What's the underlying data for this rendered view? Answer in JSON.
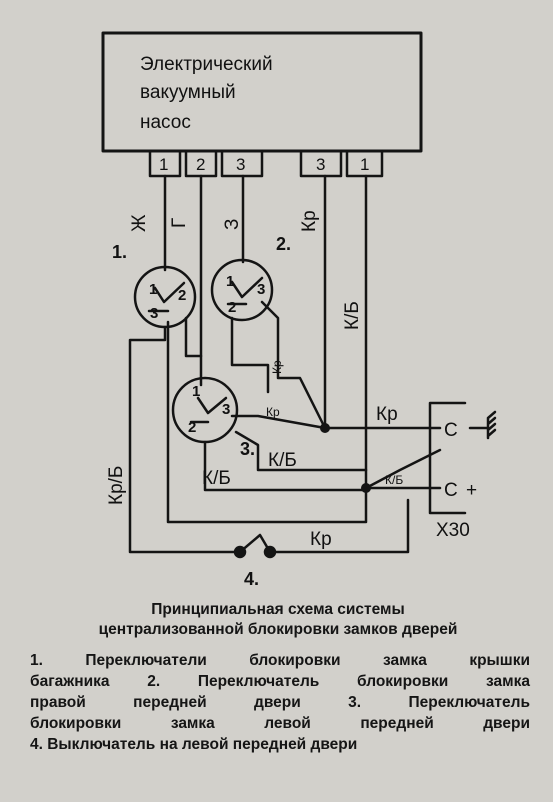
{
  "pump": {
    "line1": "Электрический",
    "line2": "вакуумный",
    "line3": "насос"
  },
  "pins": [
    "1",
    "2",
    "3",
    "3",
    "1"
  ],
  "wires": {
    "zh": "Ж",
    "g": "Г",
    "z": "З",
    "kr_top": "Кр",
    "kb_vert": "К/Б",
    "kr_b": "Кр/Б",
    "kr_mid": "Кр",
    "kb_mid": "К/Б",
    "kb_low": "К/Б",
    "kr_bottom": "Кр",
    "kr_small1": "Кр",
    "kr_small2": "Кр",
    "kb_small": "К/Б"
  },
  "switch_numbers": {
    "s1": "1.",
    "s2": "2.",
    "s3": "3.",
    "s4": "4."
  },
  "contacts": {
    "c1": "1",
    "c2": "2",
    "c3": "3"
  },
  "connector": {
    "label": "X30",
    "top_terminal": "С",
    "bottom_terminal": "С",
    "plus": "+"
  },
  "caption": {
    "line1": "Принципиальная схема системы",
    "line2": "централизованной блокировки замков дверей"
  },
  "legend": {
    "line1": "1. Переключатели блокировки замка крышки",
    "line2": "багажника 2. Переключатель блокировки замка",
    "line3": "правой передней двери 3. Переключатель",
    "line4": "блокировки замка левой передней двери",
    "line5": "4. Выключатель на левой передней двери"
  }
}
